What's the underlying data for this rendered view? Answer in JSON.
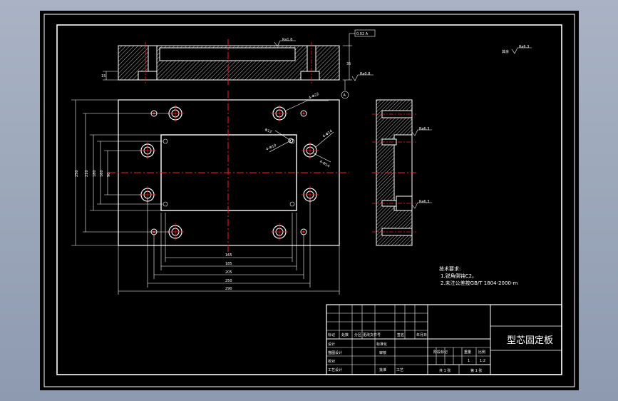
{
  "drawing": {
    "title": "型芯固定板",
    "roughness_note_prefix": "其余",
    "roughness_note_value": "Ra6.3",
    "roughness_values": [
      "Ra1.6",
      "Ra0.8",
      "Ra6.3",
      "Ra6.3"
    ],
    "tolerance_frame": "0.02 A",
    "datum_letter": "A",
    "tech_req": {
      "heading": "技术要求:",
      "line1": "1.锐角倒钝C2。",
      "line2": "2.未注公差按GB/T 1804-2000-m"
    },
    "bottom_dims": [
      "165",
      "185",
      "205",
      "250",
      "290"
    ],
    "left_dims": [
      "250",
      "210",
      "180",
      "160",
      "90"
    ],
    "hole_callouts": [
      "4-Φ22",
      "4-Φ14",
      "4-Φ10",
      "Φ12"
    ],
    "section_dims": [
      "35",
      "15"
    ],
    "title_block": {
      "revision_headers": [
        "标记",
        "处数",
        "分区",
        "更改文件号",
        "签名",
        "年月日"
      ],
      "design": "设计",
      "standardize": "标准化",
      "check": "审核",
      "process": "工艺",
      "approve": "批准",
      "drafting": "描图设计",
      "proofread": "校对",
      "process_design": "工艺设计",
      "stage_label": "阶段标记",
      "weight_label": "重量",
      "scale_label": "比例",
      "count": "1",
      "scale": "1:2",
      "sheets_total": "共 1 张",
      "sheet_no": "第 1 张"
    }
  }
}
